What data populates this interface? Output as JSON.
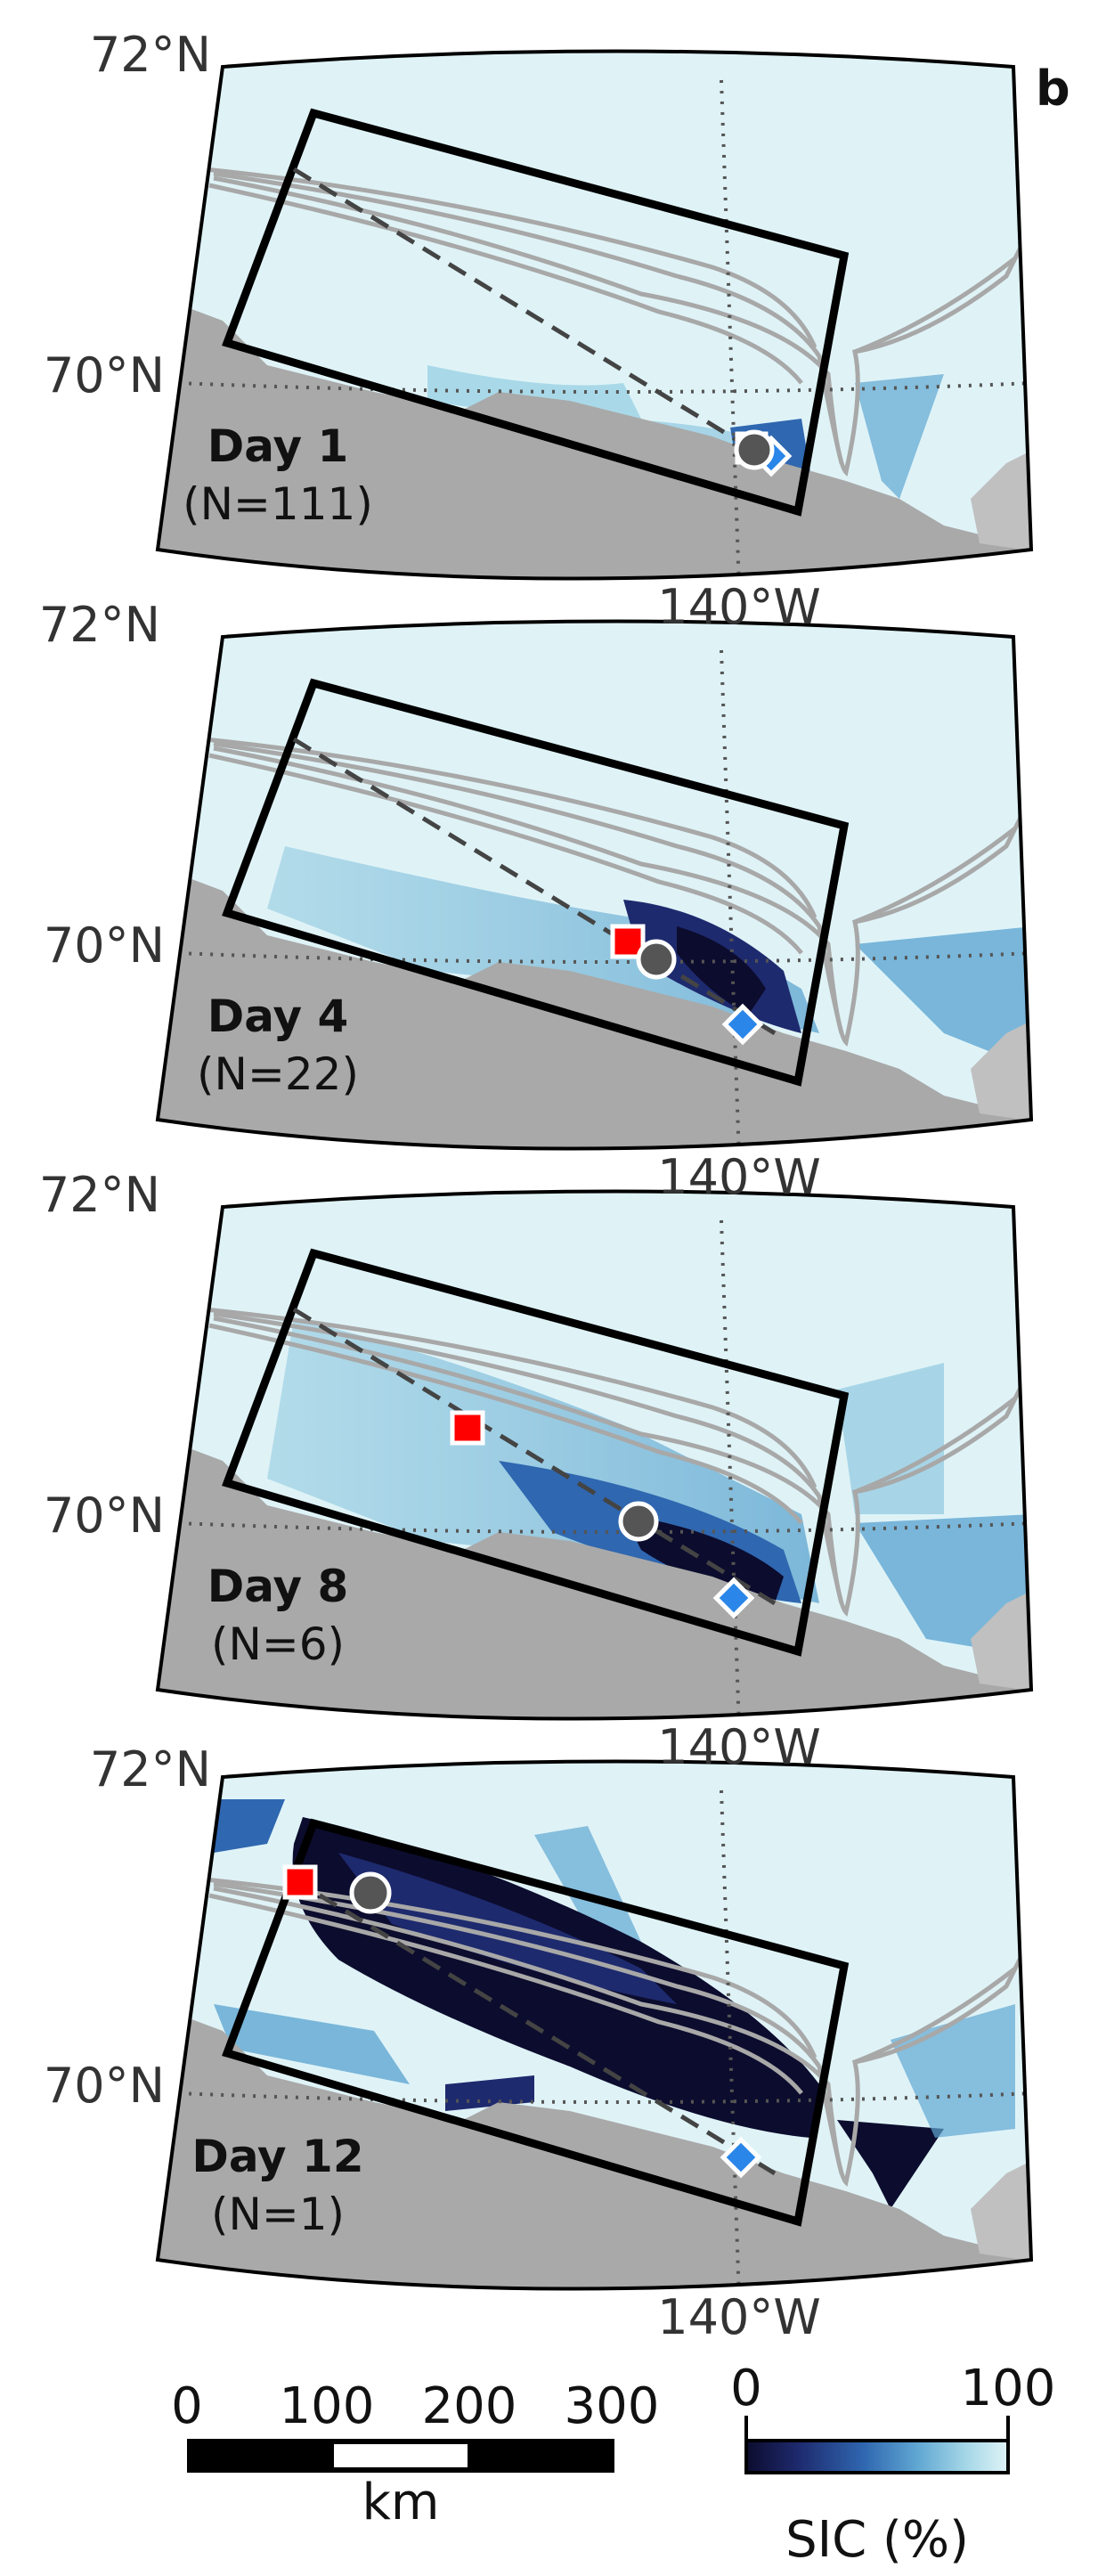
{
  "panel_letter": "b",
  "lat_labels": {
    "north": "72°N",
    "south": "70°N"
  },
  "lon_label": "140°W",
  "panels": [
    {
      "day": "Day 1",
      "count": "(N=111)"
    },
    {
      "day": "Day 4",
      "count": "(N=22)"
    },
    {
      "day": "Day 8",
      "count": "(N=6)"
    },
    {
      "day": "Day 12",
      "count": "(N=1)"
    }
  ],
  "scalebar": {
    "ticks": [
      "0",
      "100",
      "200",
      "300"
    ],
    "unit": "km"
  },
  "colorbar": {
    "min": "0",
    "max": "100",
    "label": "SIC (%)",
    "colors": [
      "#0c0c2e",
      "#1e2a6e",
      "#2f67b0",
      "#5fa6d2",
      "#a9d9e8",
      "#dff3f7"
    ]
  },
  "legend_colors": {
    "start_square": "#ff0000",
    "circle": "#555555",
    "end_diamond": "#2a86e8",
    "land": "#a9a9a9",
    "box": "#000000",
    "isobath": "#a8a8a8"
  }
}
